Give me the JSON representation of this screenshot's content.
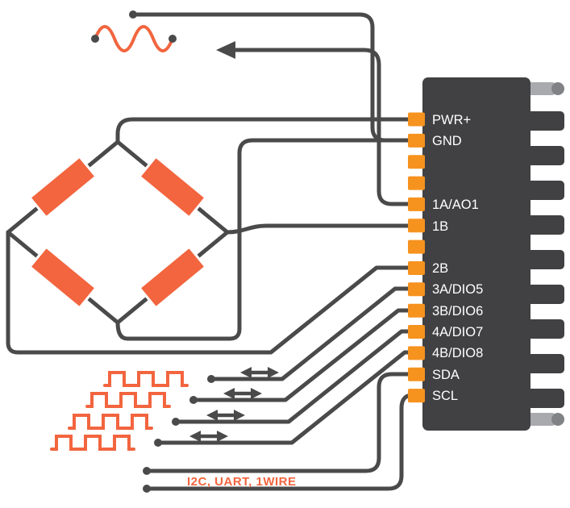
{
  "pins": [
    {
      "label": "PWR+"
    },
    {
      "label": "GND"
    },
    {
      "label": ""
    },
    {
      "label": ""
    },
    {
      "label": "1A/AO1"
    },
    {
      "label": "1B"
    },
    {
      "label": ""
    },
    {
      "label": "2B"
    },
    {
      "label": "3A/DIO5"
    },
    {
      "label": "3B/DIO6"
    },
    {
      "label": "4A/DIO7"
    },
    {
      "label": "4B/DIO8"
    },
    {
      "label": "SDA"
    },
    {
      "label": "SCL"
    }
  ],
  "bus_label": "I2C, UART, 1WIRE",
  "symbols": {
    "bridge": "wheatstone-bridge",
    "analog_output": "sine-wave",
    "digital_io": [
      "square-wave-1",
      "square-wave-2",
      "square-wave-3",
      "square-wave-4"
    ],
    "direction_arrows": [
      "left-arrow",
      "bidirectional-arrow-1",
      "bidirectional-arrow-2",
      "bidirectional-arrow-3",
      "bidirectional-arrow-4"
    ]
  },
  "colors": {
    "wire": "#4a4a4a",
    "accent": "#f2653f",
    "pad": "#f6921e",
    "connector_body": "#414042",
    "pin_metal": "#a8aaad",
    "label_text": "#ffffff",
    "background": "#ffffff"
  }
}
